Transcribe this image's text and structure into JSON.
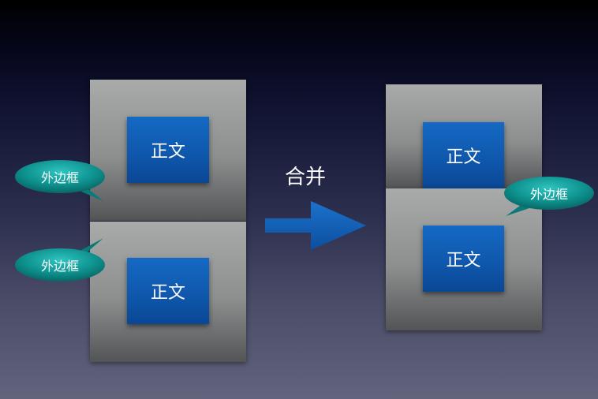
{
  "diagram": {
    "merge_label": "合并",
    "left_group": {
      "top_box": {
        "body_label": "正文"
      },
      "bottom_box": {
        "body_label": "正文"
      },
      "callout_top": "外边框",
      "callout_bottom": "外边框"
    },
    "right_group": {
      "top_box": {
        "body_label": "正文"
      },
      "bottom_box": {
        "body_label": "正文"
      },
      "callout": "外边框"
    }
  },
  "colors": {
    "body_blue": "#0f5db5",
    "border_gray": "#9a9c9c",
    "callout_teal": "#0e8e8c",
    "arrow_blue": "#1565c0"
  }
}
